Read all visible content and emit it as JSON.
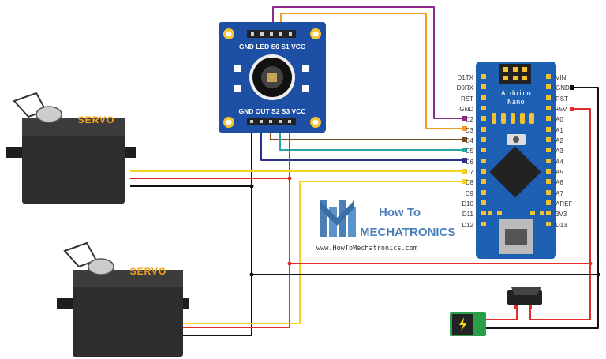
{
  "sensor": {
    "top_labels": "GND LED S0 S1 VCC",
    "bottom_labels": "GND OUT S2 S3 VCC"
  },
  "servos": [
    {
      "label": "SERVO"
    },
    {
      "label": "SERVO"
    }
  ],
  "arduino": {
    "title_line1": "Arduino",
    "title_line2": "Nano",
    "left_pins": [
      "D1TX",
      "D0RX",
      "RST",
      "GND",
      "D2",
      "D3",
      "D4",
      "D5",
      "D6",
      "D7",
      "D8",
      "D9",
      "D10",
      "D11",
      "D12"
    ],
    "right_pins": [
      "VIN",
      "GND",
      "RST",
      "+5V",
      "A0",
      "A1",
      "A2",
      "A3",
      "A4",
      "A5",
      "A6",
      "A7",
      "AREF",
      "3V3",
      "D13"
    ]
  },
  "logo": {
    "line1": "How To",
    "line2": "MECHATRONICS",
    "url": "www.HowToMechatronics.com"
  },
  "colors": {
    "sensor_board": "#1d4fa5",
    "arduino_board": "#1d5fb3",
    "servo_body": "#2d2d2d",
    "servo_label": "#f4a41b",
    "wire_red": "#e32d2d",
    "wire_black": "#111111",
    "wire_yellow": "#f7d21c",
    "wire_purple": "#8e2a8e",
    "wire_orange": "#f39b1f",
    "wire_brown": "#7a4a1f",
    "wire_teal": "#26a6a6",
    "wire_blue": "#2b2f8f"
  }
}
